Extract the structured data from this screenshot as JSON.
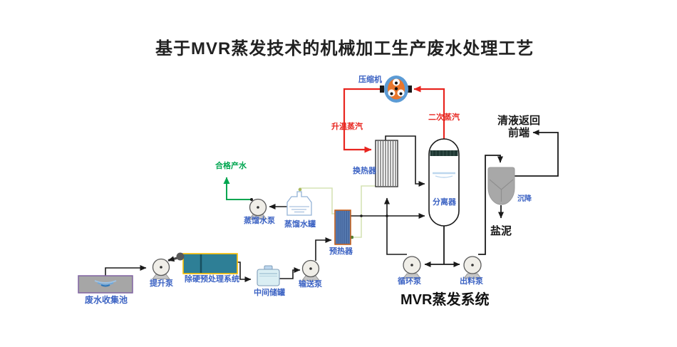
{
  "title": "基于MVR蒸发技术的机械加工生产废水处理工艺",
  "equipment": {
    "compressor": "压缩机",
    "heat_exchanger": "换热器",
    "separator": "分离器",
    "preheater": "预热器",
    "distilled_water_pump": "蒸馏水泵",
    "distilled_water_tank": "蒸馏水罐",
    "lift_pump": "提升泵",
    "pretreatment_system": "除硬预处理系统",
    "wastewater_pool": "废水收集池",
    "intermediate_tank": "中间储罐",
    "transfer_pump": "输送泵",
    "circulation_pump": "循环泵",
    "discharge_pump": "出料泵",
    "settler": "沉降"
  },
  "streams": {
    "heated_steam": "升温蒸汽",
    "secondary_steam": "二次蒸汽",
    "qualified_water": "合格产水",
    "clear_liquid_return_line1": "清液返回",
    "clear_liquid_return_line2": "前端",
    "salt_mud": "盐泥"
  },
  "system_label": "MVR蒸发系统",
  "colors": {
    "label_blue": "#3B62C3",
    "steam_red": "#E8251F",
    "product_green": "#00A650",
    "condensate_pale_green": "#D5E3B5",
    "pipe_black": "#1a1a1a",
    "compressor_blue": "#5B9BD5",
    "compressor_orange": "#E8762C",
    "preheater_blue": "#5B7FB5",
    "preheater_border_orange": "#C55A11",
    "pretreatment_teal": "#2E7F96",
    "pretreatment_border_yellow": "#FFC000",
    "pool_gray": "#A6A6A6",
    "pool_border_purple": "#8064A2",
    "tank_light_blue": "#DAEEF3",
    "vessel_outline": "#95B3D7"
  }
}
